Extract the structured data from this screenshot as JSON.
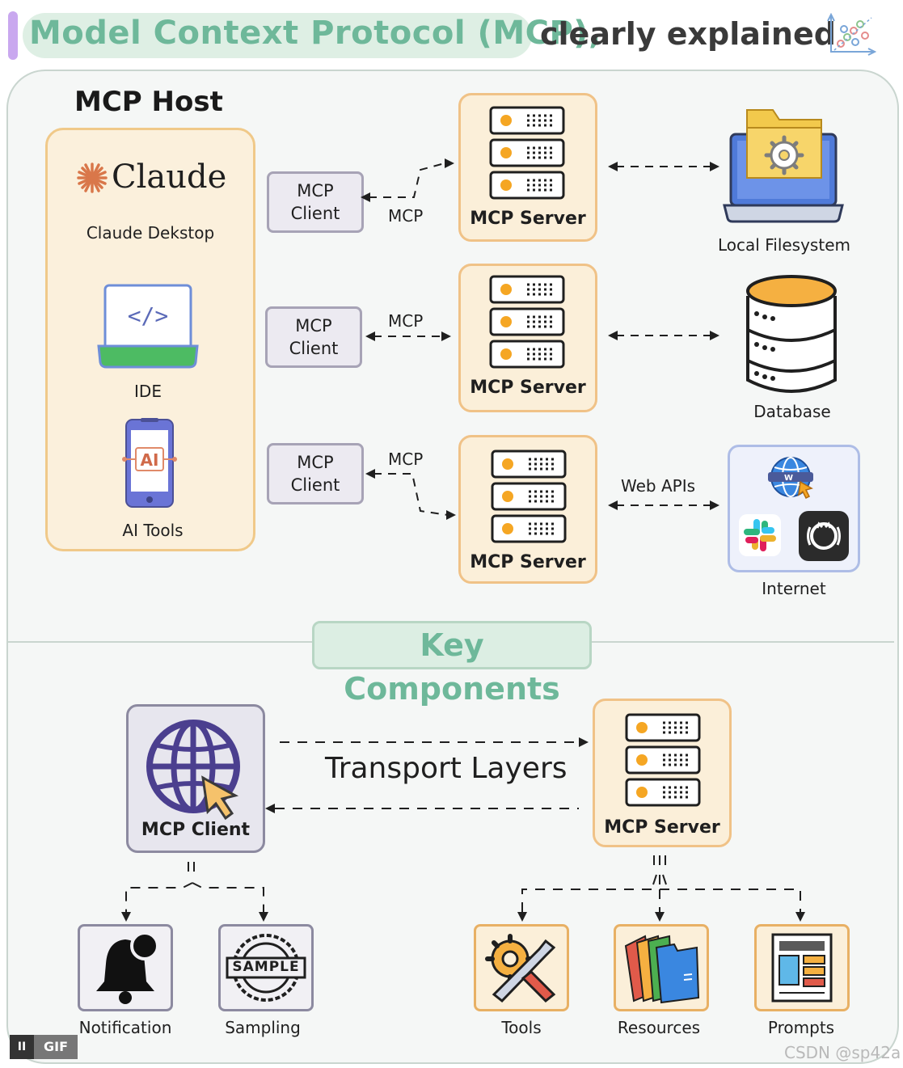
{
  "title": {
    "main": "Model Context Protocol (MCP),",
    "sub": "clearly explained"
  },
  "host": {
    "title": "MCP Host",
    "claude_brand": "Claude",
    "items": [
      {
        "label": "Claude Dekstop"
      },
      {
        "label": "IDE"
      },
      {
        "label": "AI Tools"
      }
    ],
    "ai_badge": "AI"
  },
  "rows": [
    {
      "client_line1": "MCP",
      "client_line2": "Client",
      "protocol_label": "MCP",
      "server_label": "MCP Server",
      "resource_label": "Local Filesystem"
    },
    {
      "client_line1": "MCP",
      "client_line2": "Client",
      "protocol_label": "MCP",
      "server_label": "MCP Server",
      "resource_label": "Database"
    },
    {
      "client_line1": "MCP",
      "client_line2": "Client",
      "protocol_label": "MCP",
      "server_label": "MCP Server",
      "resource_label": "Internet",
      "link_label": "Web APIs"
    }
  ],
  "key_components": {
    "heading": "Key Components",
    "client_label": "MCP Client",
    "server_label": "MCP Server",
    "transport_label": "Transport Layers",
    "client_features": [
      {
        "label": "Notification"
      },
      {
        "label": "Sampling"
      }
    ],
    "server_features": [
      {
        "label": "Tools"
      },
      {
        "label": "Resources"
      },
      {
        "label": "Prompts"
      }
    ],
    "sample_stamp": "SAMPLE"
  },
  "player": {
    "pause": "II",
    "badge": "GIF"
  },
  "watermark": "CSDN @sp42a",
  "colors": {
    "accent_green": "#6eb89a",
    "host_orange": "#f0c989",
    "server_orange": "#f0c287",
    "client_gray": "#a7a3b6",
    "globe_purple": "#4b3f8f"
  }
}
